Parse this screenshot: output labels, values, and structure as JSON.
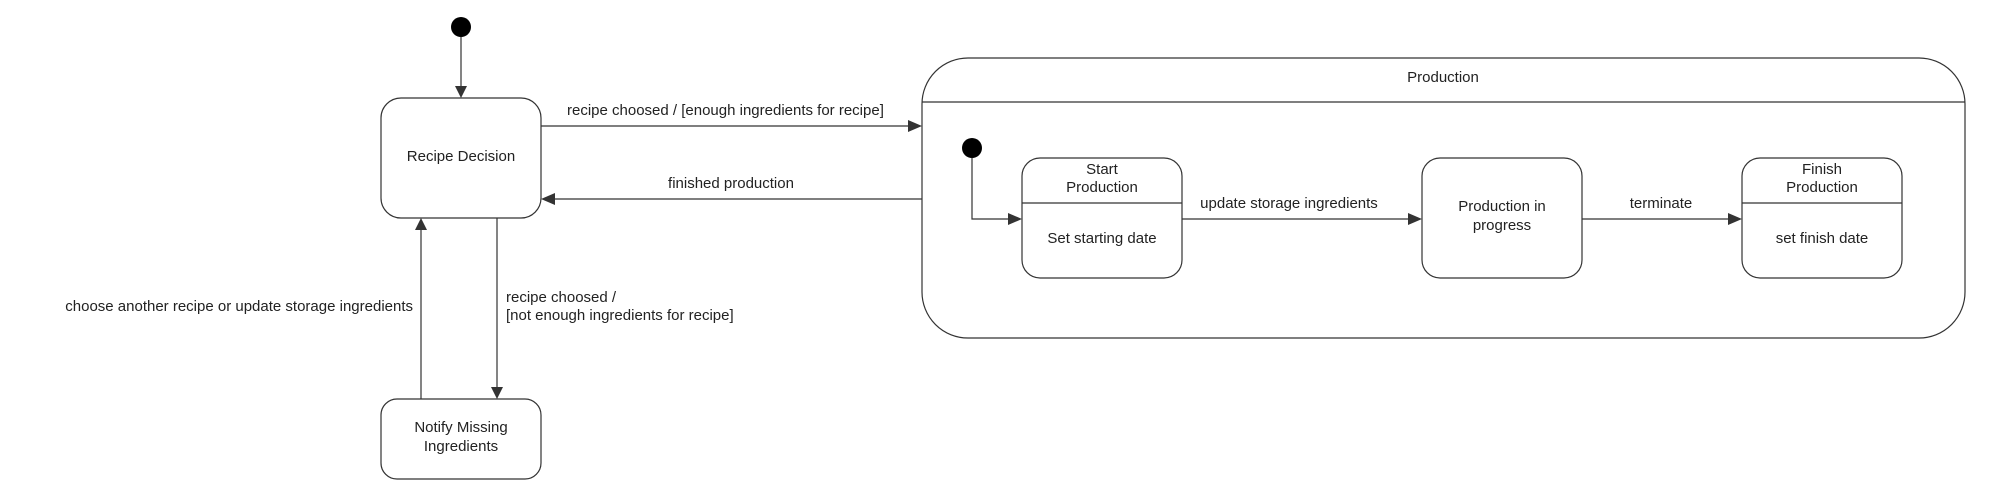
{
  "colors": {
    "stroke": "#333333",
    "text": "#222222",
    "background": "#ffffff",
    "initial_dot": "#000000"
  },
  "states": {
    "recipe_decision": "Recipe Decision",
    "notify_missing_line1": "Notify Missing",
    "notify_missing_line2": "Ingredients",
    "production": "Production",
    "start_production_line1": "Start",
    "start_production_line2": "Production",
    "start_production_action": "Set starting date",
    "in_progress_line1": "Production in",
    "in_progress_line2": "progress",
    "finish_production_line1": "Finish",
    "finish_production_line2": "Production",
    "finish_production_action": "set finish date"
  },
  "transitions": {
    "recipe_enough": "recipe choosed / [enough ingredients for recipe]",
    "finished_production": "finished production",
    "recipe_not_enough_line1": "recipe choosed /",
    "recipe_not_enough_line2": "[not enough ingredients for recipe]",
    "choose_another": "choose another recipe or update storage ingredients",
    "update_storage": "update storage ingredients",
    "terminate": "terminate"
  }
}
